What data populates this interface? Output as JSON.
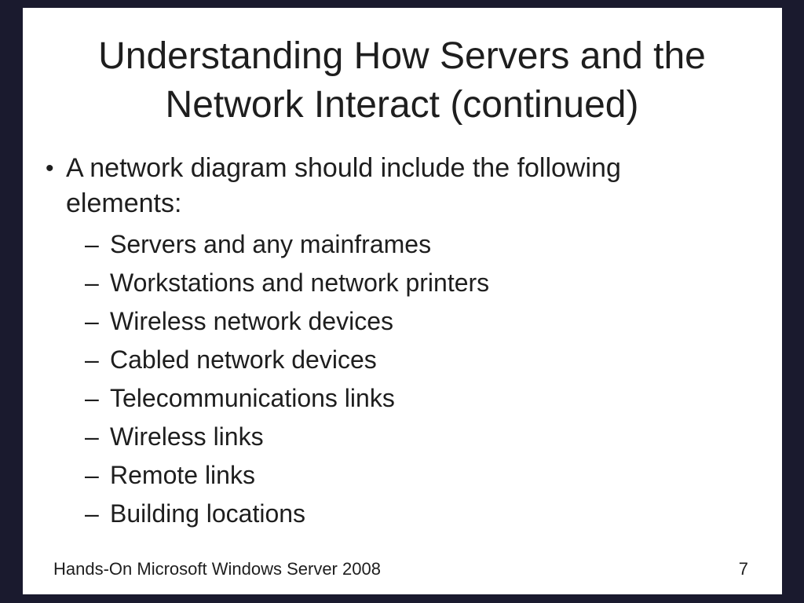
{
  "slide": {
    "title_lines": [
      "Understanding How Servers and the",
      "Network Interact (continued)"
    ],
    "bullet": {
      "marker": "•",
      "text": "A network diagram should include the following elements:"
    },
    "sub_bullets": {
      "marker": "–",
      "items": [
        "Servers and any mainframes",
        "Workstations and network printers",
        "Wireless network devices",
        "Cabled network devices",
        "Telecommunications links",
        "Wireless links",
        "Remote links",
        "Building locations"
      ]
    },
    "footer": {
      "course_title": "Hands-On Microsoft Windows Server 2008",
      "page_number": "7"
    },
    "colors": {
      "text": "#1e1e1e",
      "background": "#ffffff",
      "frame": "#1a1a2e"
    }
  }
}
